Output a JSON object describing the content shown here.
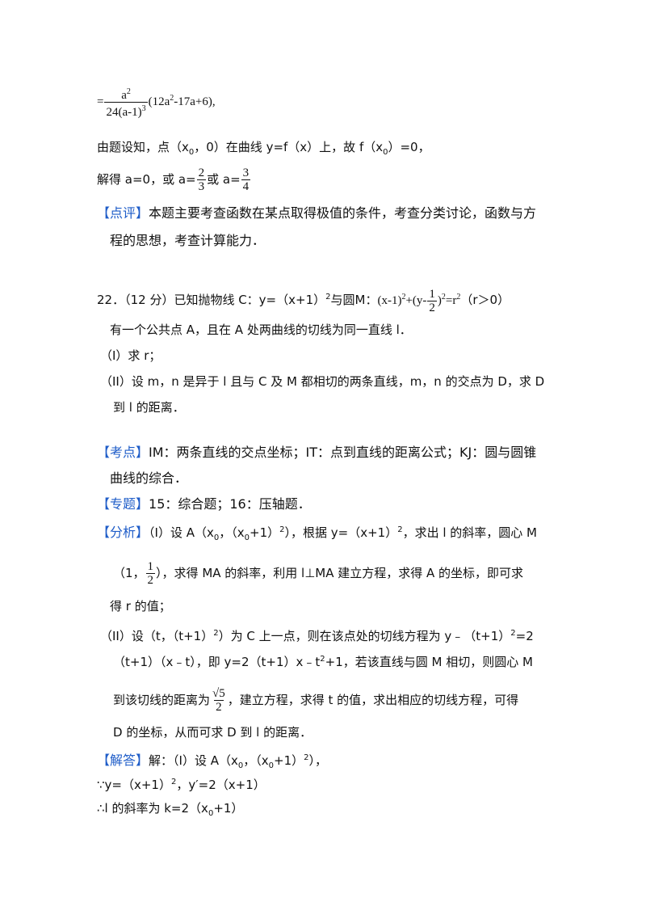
{
  "l1": {
    "eq": "=",
    "num": "a",
    "sq": "2",
    "den": "24(a-1)",
    "cube": "3",
    "rest1": "(12a",
    "rest2": "-17a+6),"
  },
  "l2": {
    "p1": "由题设知，点（x",
    "s1": "0",
    "p2": "，0）在曲线 y=f（x）上，故 f（x",
    "s2": "0",
    "p3": "）=0，"
  },
  "l3": {
    "p1": "解得 a=0，或 a=",
    "n1": "2",
    "d1": "3",
    "p2": "或 a=",
    "n2": "3",
    "d2": "4"
  },
  "review": {
    "tag": "【点评】",
    "t1": "本题主要考查函数在某点取得极值的条件，考查分类讨论，函数与方",
    "t2": "程的思想，考查计算能力．"
  },
  "q22": {
    "p1": "22．（12 分）已知抛物线 C：y=（x+1）",
    "sq": "2",
    "p2": "与圆M：",
    "m1": "(x-1)",
    "m2": "+(y-",
    "fn": "1",
    "fd": "2",
    "m3": ")",
    "m4": "=r",
    "m5": "2",
    "p3": "（r＞0）",
    "t2": "有一个公共点 A，且在 A 处两曲线的切线为同一直线 l．",
    "t3": "（I）求 r；",
    "t4": "（II）设 m，n 是异于 l 且与 C 及 M 都相切的两条直线，m，n 的交点为 D，求 D",
    "t5": "到 l 的距离．"
  },
  "kaodian": {
    "tag": "【考点】",
    "t1": "IM：两条直线的交点坐标；IT：点到直线的距离公式；KJ：圆与圆锥",
    "t2": "曲线的综合．"
  },
  "zhuanti": {
    "tag": "【专题】",
    "t1": "15：综合题；16：压轴题．"
  },
  "fenxi": {
    "tag": "【分析】",
    "l1a": "（I）设 A（x",
    "l1s": "0",
    "l1b": "，（x",
    "l1s2": "0",
    "l1c": "+1）",
    "l1sq": "2",
    "l1d": "），根据 y=（x+1）",
    "l1sq2": "2",
    "l1e": "，求出 l 的斜率，圆心 M",
    "l2a": "（1，",
    "fn": "1",
    "fd": "2",
    "l2b": "），求得 MA 的斜率，利用 l⊥MA 建立方程，求得 A 的坐标，即可求",
    "l3": "得 r 的值；",
    "l4a": "（II）设（t，（t+1）",
    "l4sq": "2",
    "l4b": "）为 C 上一点，则在该点处的切线方程为 y﹣（t+1）",
    "l4sq2": "2",
    "l4c": "=2",
    "l5a": "（t+1）（x﹣t），即 y=2（t+1）x﹣t",
    "l5sq": "2",
    "l5b": "+1，若该直线与圆 M 相切，则圆心 M",
    "l6a": "到该切线的距离为",
    "rn": "√5",
    "rd": "2",
    "l6b": "，建立方程，求得 t 的值，求出相应的切线方程，可得",
    "l7": "D 的坐标，从而可求 D 到 l 的距离．"
  },
  "jieda": {
    "tag": "【解答】",
    "l1a": "解：（I）设 A（x",
    "l1s": "0",
    "l1b": "，（x",
    "l1s2": "0",
    "l1c": "+1）",
    "l1sq": "2",
    "l1d": "），",
    "l2a": "∵y=（x+1）",
    "l2sq": "2",
    "l2b": "，y′=2（x+1）",
    "l3a": "∴l 的斜率为 k=2（x",
    "l3s": "0",
    "l3b": "+1）"
  }
}
